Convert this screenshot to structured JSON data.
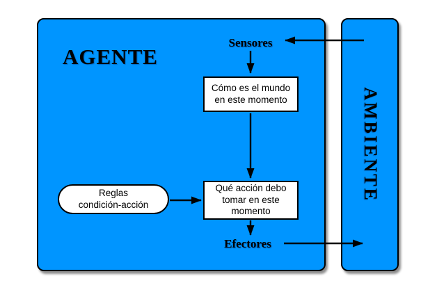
{
  "colors": {
    "panel-blue": "#0095FF",
    "line-black": "#000000",
    "box-white": "#FFFFFF"
  },
  "agent": {
    "title": "AGENTE",
    "sensors_label": "Sensores",
    "effectors_label": "Efectores",
    "world_box": {
      "line1": "Cómo es el mundo",
      "line2": "en este momento"
    },
    "action_box": {
      "line1": "Qué acción debo",
      "line2": "tomar en este",
      "line3": "momento"
    },
    "rules_oval": {
      "line1": "Reglas",
      "line2": "condición-acción"
    }
  },
  "environment": {
    "title": "AMBIENTE"
  },
  "arrows": [
    {
      "name": "environment-to-sensors",
      "direction": "left"
    },
    {
      "name": "sensors-to-world-state",
      "direction": "down"
    },
    {
      "name": "world-state-to-action",
      "direction": "down"
    },
    {
      "name": "rules-to-action",
      "direction": "right"
    },
    {
      "name": "action-to-effectors",
      "direction": "down"
    },
    {
      "name": "effectors-to-environment",
      "direction": "right"
    }
  ]
}
